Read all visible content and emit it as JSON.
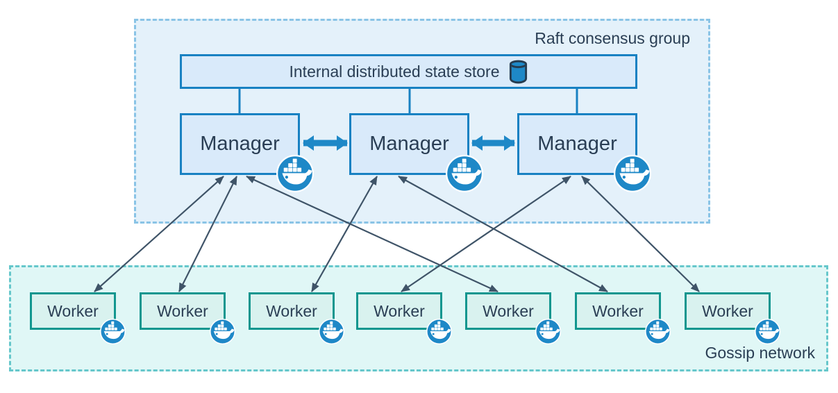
{
  "raft_group": {
    "label": "Raft consensus group"
  },
  "gossip_network": {
    "label": "Gossip network"
  },
  "state_store": {
    "label": "Internal distributed state store",
    "icon": "database-cylinder-icon"
  },
  "managers": [
    {
      "label": "Manager",
      "icon": "docker-whale-icon"
    },
    {
      "label": "Manager",
      "icon": "docker-whale-icon"
    },
    {
      "label": "Manager",
      "icon": "docker-whale-icon"
    }
  ],
  "workers": [
    {
      "label": "Worker",
      "icon": "docker-whale-icon"
    },
    {
      "label": "Worker",
      "icon": "docker-whale-icon"
    },
    {
      "label": "Worker",
      "icon": "docker-whale-icon"
    },
    {
      "label": "Worker",
      "icon": "docker-whale-icon"
    },
    {
      "label": "Worker",
      "icon": "docker-whale-icon"
    },
    {
      "label": "Worker",
      "icon": "docker-whale-icon"
    },
    {
      "label": "Worker",
      "icon": "docker-whale-icon"
    }
  ],
  "connections": {
    "store_to_managers": [
      "manager-1",
      "manager-2",
      "manager-3"
    ],
    "manager_peer_links": [
      {
        "from": "manager-1",
        "to": "manager-2",
        "style": "thick-bidirectional"
      },
      {
        "from": "manager-2",
        "to": "manager-3",
        "style": "thick-bidirectional"
      }
    ],
    "manager_worker_links": [
      {
        "manager": "manager-1",
        "worker": "worker-1",
        "style": "thin-bidirectional"
      },
      {
        "manager": "manager-1",
        "worker": "worker-2",
        "style": "thin-bidirectional"
      },
      {
        "manager": "manager-1",
        "worker": "worker-5",
        "style": "thin-bidirectional"
      },
      {
        "manager": "manager-2",
        "worker": "worker-3",
        "style": "thin-bidirectional"
      },
      {
        "manager": "manager-2",
        "worker": "worker-6",
        "style": "thin-bidirectional"
      },
      {
        "manager": "manager-3",
        "worker": "worker-4",
        "style": "thin-bidirectional"
      },
      {
        "manager": "manager-3",
        "worker": "worker-7",
        "style": "thin-bidirectional"
      }
    ]
  },
  "colors": {
    "docker_blue": "#1e88c7",
    "blue_border": "#1881c2",
    "blue_fill": "#d9eafa",
    "raft_fill": "#e4f1fa",
    "raft_dash": "#8ac4e6",
    "teal_border": "#12968f",
    "worker_fill": "#d9f2ef",
    "gossip_fill": "#e0f7f6",
    "gossip_dash": "#66c7cb",
    "thin_arrow": "#3f5468",
    "text": "#2a3e54"
  }
}
